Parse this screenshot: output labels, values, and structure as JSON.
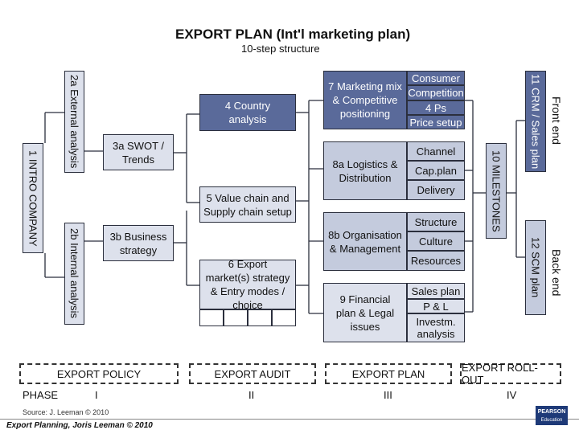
{
  "title": "EXPORT PLAN (Int'l marketing plan)",
  "subtitle": "10-step structure",
  "boxes": {
    "intro": "1 INTRO COMPANY",
    "external": "2a External analysis",
    "internal": "2b Internal analysis",
    "swot": "3a SWOT / Trends",
    "business": "3b Business strategy",
    "country": "4 Country analysis",
    "value_chain": "5 Value chain and Supply chain setup",
    "export_market": "6 Export market(s) strategy & Entry modes / choice",
    "marketing_mix": "7 Marketing mix & Competitive positioning",
    "logistics": "8a Logistics & Distribution",
    "organisation": "8b Organisation & Management",
    "financial": "9 Financial plan & Legal issues",
    "milestones": "10 MILESTONES",
    "crm": "11 CRM / Sales plan",
    "scm": "12 SCM plan",
    "front_end": "Front end",
    "back_end": "Back end"
  },
  "mix_items": [
    "Consumer",
    "Competition",
    "4 Ps",
    "Price setup"
  ],
  "logistics_items": [
    "Channel",
    "Cap.plan",
    "Delivery"
  ],
  "organisation_items": [
    "Structure",
    "Culture",
    "Resources"
  ],
  "financial_items": [
    "Sales plan",
    "P & L",
    "Investm. analysis"
  ],
  "phases": {
    "label": "PHASE",
    "items": [
      {
        "name": "EXPORT POLICY",
        "numeral": "I"
      },
      {
        "name": "EXPORT AUDIT",
        "numeral": "II"
      },
      {
        "name": "EXPORT PLAN",
        "numeral": "III"
      },
      {
        "name": "EXPORT ROLL-OUT",
        "numeral": "IV"
      }
    ]
  },
  "source": "Source: J. Leeman © 2010",
  "footer": "Export Planning, Joris Leeman © 2010",
  "logo": {
    "line1": "PEARSON",
    "line2": "Education",
    "color": "#1e3a78"
  },
  "colors": {
    "dark_box": "#5a6a9a",
    "light_box": "#dde1ec",
    "mid_box": "#c4cbdd"
  }
}
